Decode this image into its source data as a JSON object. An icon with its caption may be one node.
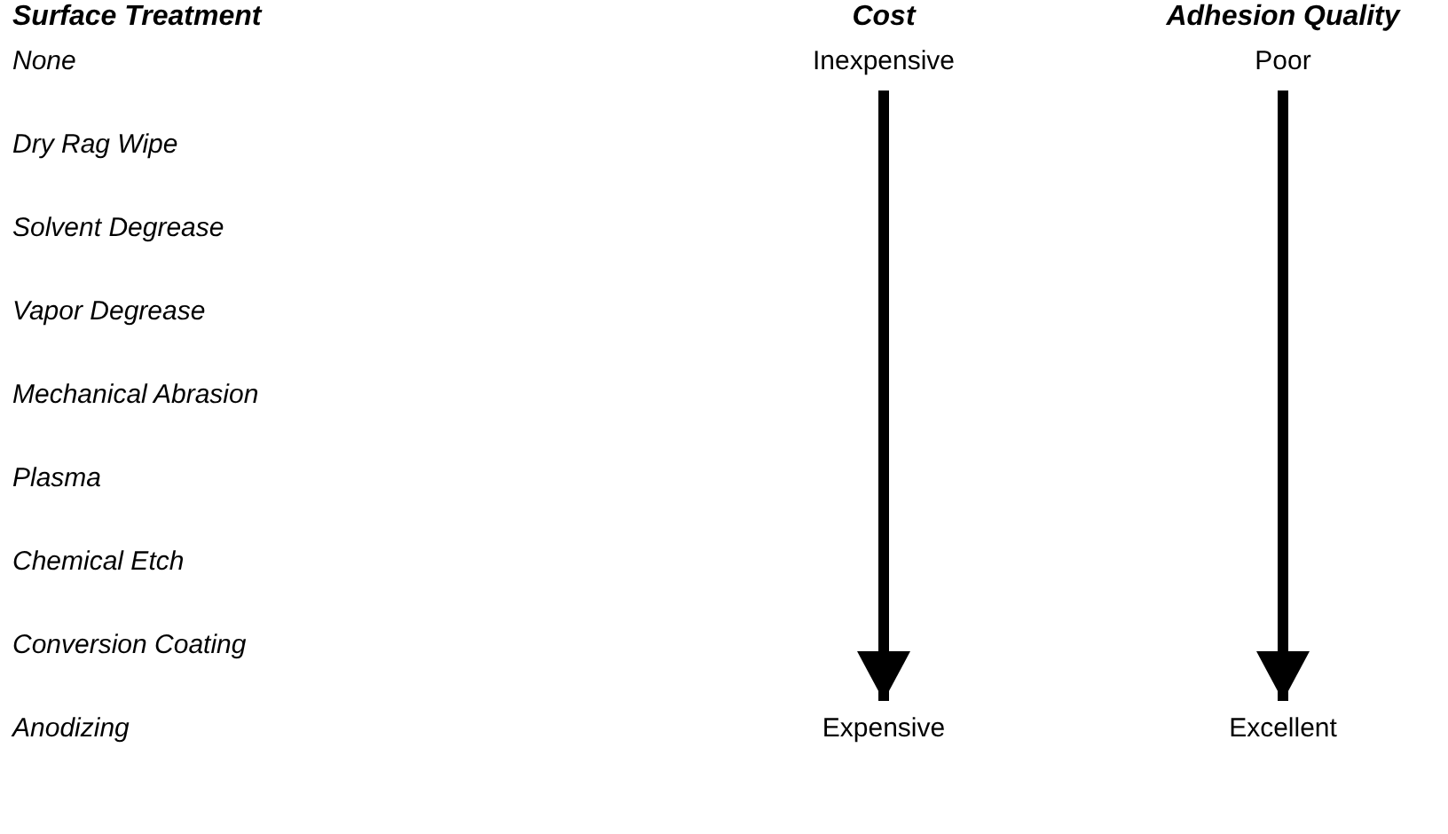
{
  "diagram": {
    "nodes": [
      {
        "text": [
          "Inexpensive"
        ]
      },
      {
        "text": [
          "Expensive"
        ]
      },
      {
        "text": [
          "Poor"
        ]
      },
      {
        "text": [
          "Excellent"
        ]
      }
    ],
    "edges": [
      {
        "from": 0,
        "to": 1,
        "arrow": "to"
      },
      {
        "from": 2,
        "to": 3,
        "arrow": "to"
      }
    ],
    "labels": [
      "Surface Treatment",
      "Cost",
      "Adhesion Quality",
      "None",
      "Dry Rag Wipe",
      "Solvent Degrease",
      "Vapor Degrease",
      "Mechanical Abrasion",
      "Plasma",
      "Chemical Etch",
      "Conversion Coating",
      "Anodizing"
    ]
  }
}
